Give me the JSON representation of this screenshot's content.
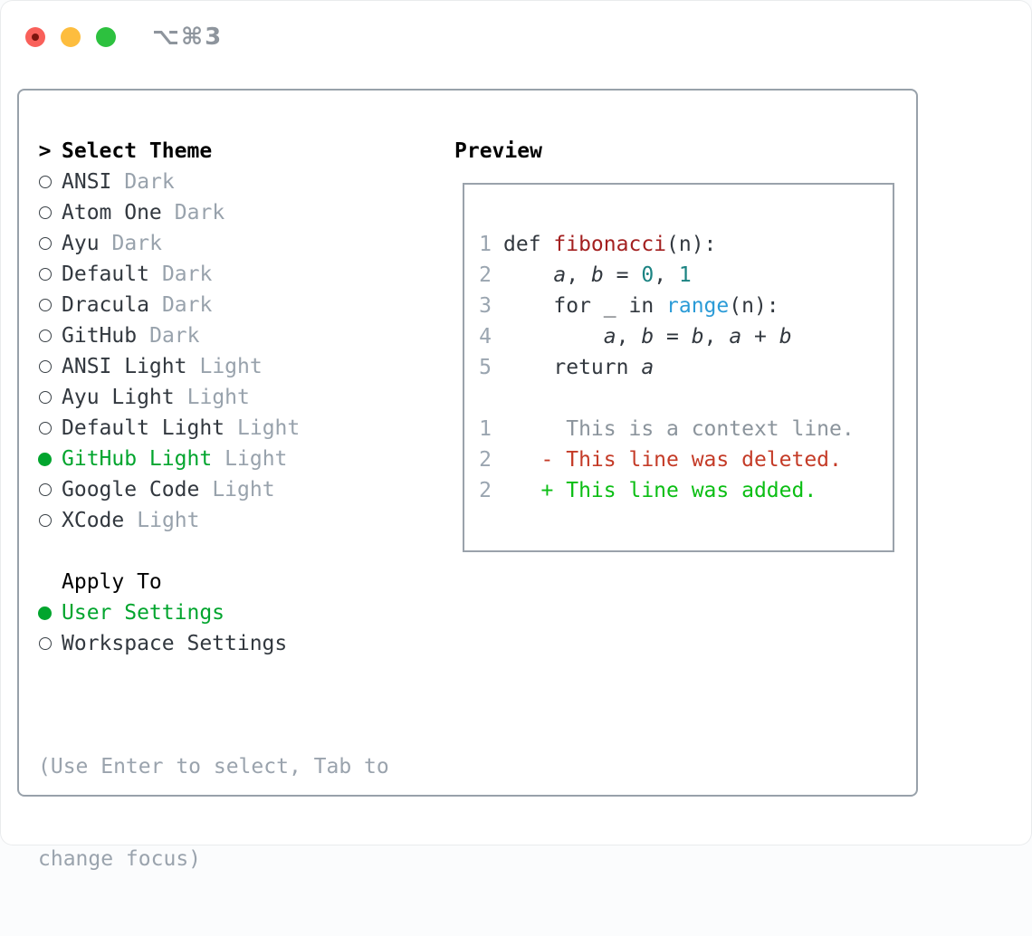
{
  "titlebar": {
    "shortcut": "⌥⌘3"
  },
  "theme_panel": {
    "header_marker": ">",
    "header_label": "Select Theme",
    "themes": [
      {
        "name": "ANSI",
        "variant": "Dark",
        "selected": false
      },
      {
        "name": "Atom One",
        "variant": "Dark",
        "selected": false
      },
      {
        "name": "Ayu",
        "variant": "Dark",
        "selected": false
      },
      {
        "name": "Default",
        "variant": "Dark",
        "selected": false
      },
      {
        "name": "Dracula",
        "variant": "Dark",
        "selected": false
      },
      {
        "name": "GitHub",
        "variant": "Dark",
        "selected": false
      },
      {
        "name": "ANSI Light",
        "variant": "Light",
        "selected": false
      },
      {
        "name": "Ayu Light",
        "variant": "Light",
        "selected": false
      },
      {
        "name": "Default Light",
        "variant": "Light",
        "selected": false
      },
      {
        "name": "GitHub Light",
        "variant": "Light",
        "selected": true
      },
      {
        "name": "Google Code",
        "variant": "Light",
        "selected": false
      },
      {
        "name": "XCode",
        "variant": "Light",
        "selected": false
      }
    ],
    "apply_to_label": "Apply To",
    "apply_options": [
      {
        "label": "User Settings",
        "selected": true
      },
      {
        "label": "Workspace Settings",
        "selected": false
      }
    ],
    "hint_line1": "(Use Enter to select, Tab to",
    "hint_line2": "change focus)"
  },
  "preview": {
    "label": "Preview",
    "lines": [
      {
        "kind": "code",
        "num": "1",
        "tokens": [
          {
            "t": "def ",
            "c": "code"
          },
          {
            "t": "fibonacci",
            "c": "func"
          },
          {
            "t": "(n):",
            "c": "code"
          }
        ]
      },
      {
        "kind": "code",
        "num": "2",
        "tokens": [
          {
            "t": "    ",
            "c": "code"
          },
          {
            "t": "a",
            "c": "code",
            "i": true
          },
          {
            "t": ", ",
            "c": "code"
          },
          {
            "t": "b",
            "c": "code",
            "i": true
          },
          {
            "t": " = ",
            "c": "code"
          },
          {
            "t": "0",
            "c": "num"
          },
          {
            "t": ", ",
            "c": "code"
          },
          {
            "t": "1",
            "c": "num"
          }
        ]
      },
      {
        "kind": "code",
        "num": "3",
        "tokens": [
          {
            "t": "    for _ in ",
            "c": "code"
          },
          {
            "t": "range",
            "c": "blue"
          },
          {
            "t": "(n):",
            "c": "code"
          }
        ]
      },
      {
        "kind": "code",
        "num": "4",
        "tokens": [
          {
            "t": "        ",
            "c": "code"
          },
          {
            "t": "a",
            "c": "code",
            "i": true
          },
          {
            "t": ", ",
            "c": "code"
          },
          {
            "t": "b",
            "c": "code",
            "i": true
          },
          {
            "t": " = ",
            "c": "code"
          },
          {
            "t": "b",
            "c": "code",
            "i": true
          },
          {
            "t": ", ",
            "c": "code"
          },
          {
            "t": "a",
            "c": "code",
            "i": true
          },
          {
            "t": " + ",
            "c": "code"
          },
          {
            "t": "b",
            "c": "code",
            "i": true
          }
        ]
      },
      {
        "kind": "code",
        "num": "5",
        "tokens": [
          {
            "t": "    return ",
            "c": "code"
          },
          {
            "t": "a",
            "c": "code",
            "i": true
          }
        ]
      },
      {
        "kind": "blank",
        "num": "",
        "tokens": []
      },
      {
        "kind": "context",
        "num": "1",
        "tokens": [
          {
            "t": "     This is a context line.",
            "c": "ctx"
          }
        ]
      },
      {
        "kind": "deleted",
        "num": "2",
        "tokens": [
          {
            "t": "   - This line was deleted.",
            "c": "del"
          }
        ]
      },
      {
        "kind": "added",
        "num": "2",
        "tokens": [
          {
            "t": "   + This line was added.",
            "c": "add"
          }
        ]
      }
    ]
  },
  "colors": {
    "selected_green": "#02a52e",
    "added_green": "#0bbe14",
    "deleted_red": "#c43b27",
    "function_red": "#a32020",
    "number_teal": "#1b8382",
    "builtin_blue": "#2b9bd7",
    "muted_gray": "#98a2ac",
    "line_number_gray": "#9aa5b0",
    "text_dark": "#32383f",
    "panel_border": "#98a1aa",
    "traffic_close": "#f9605a",
    "traffic_close_dot": "#7c150e",
    "traffic_minimize": "#fdbd3e",
    "traffic_zoom": "#2dc13f"
  }
}
